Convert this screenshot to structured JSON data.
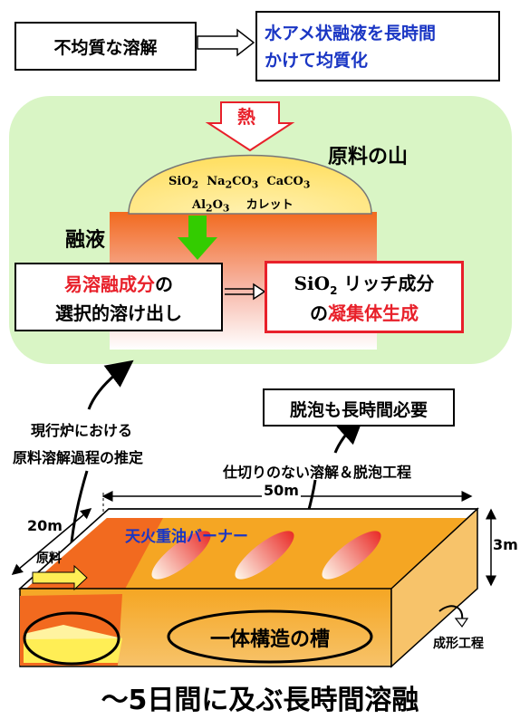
{
  "top": {
    "left_box": "不均質な溶解",
    "right_box_line1": "水アメ状融液を長時間",
    "right_box_line2": "かけて均質化"
  },
  "heat_label": "熱",
  "pile_title": "原料の山",
  "pile_line1_a": "SiO",
  "pile_line1_sub1": "2",
  "pile_line1_b": "Na",
  "pile_line1_sub2": "2",
  "pile_line1_c": "CO",
  "pile_line1_sub3": "3",
  "pile_line1_d": "CaCO",
  "pile_line1_sub4": "3",
  "pile_line2_a": "Al",
  "pile_line2_sub1": "2",
  "pile_line2_b": "O",
  "pile_line2_sub2": "3",
  "pile_line2_c": "カレット",
  "melt_label": "融液",
  "select_box": {
    "red": "易溶融成分",
    "black_suffix": "の",
    "line2": "選択的溶け出し"
  },
  "silica_box": {
    "line1_a": "SiO",
    "line1_sub": "2",
    "line1_b": " リッチ成分",
    "line2_black": "の",
    "line2_red": "凝集体生成"
  },
  "defoam_box": "脱泡も長時間必要",
  "estimate_line1": "現行炉における",
  "estimate_line2": "原料溶解過程の推定",
  "process_label": "仕切りのない溶解＆脱泡工程",
  "dim_50": "50m",
  "dim_20": "20m",
  "dim_3": "3m",
  "feed_label": "原料",
  "burner_label": "天火重油バーナー",
  "tank_label": "一体構造の槽",
  "forming_label": "成形工程",
  "bottom_title": "～5日間に及ぶ長時間溶融",
  "colors": {
    "blue_text": "#1a36c4",
    "red": "#e8202a",
    "green_panel": "#d9f5c5",
    "green_arrow": "#33cc00",
    "orange": "#f07020",
    "yellow": "#ffee55"
  }
}
